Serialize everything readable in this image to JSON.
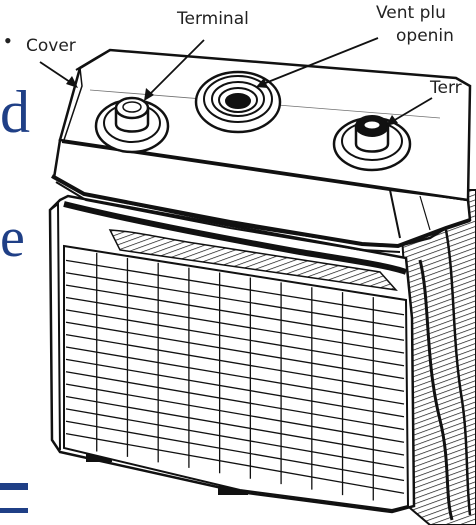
{
  "labels": {
    "cover": "Cover",
    "terminal_top": "Terminal",
    "vent_line1": "Vent plu",
    "vent_line2": "openin",
    "terminal_right": "Terr"
  },
  "slide_fragments": {
    "left_top": "d",
    "left_mid": "e",
    "bullet": "•"
  },
  "colors": {
    "line_art": "#111111",
    "slide_text": "#1f3f86"
  }
}
